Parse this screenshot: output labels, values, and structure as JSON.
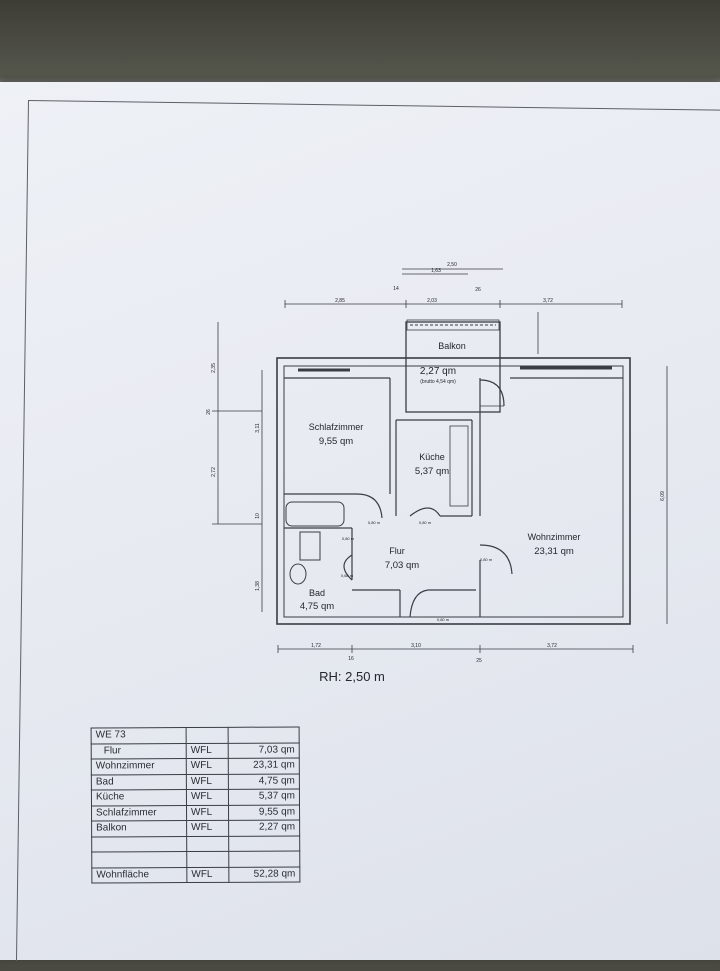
{
  "plan": {
    "height_label": "RH: 2,50 m",
    "rooms": {
      "balkon": {
        "name": "Balkon",
        "area": "2,27 qm",
        "note": "(brutto 4,54 qm)"
      },
      "schlafzimmer": {
        "name": "Schlafzimmer",
        "area": "9,55 qm"
      },
      "kueche": {
        "name": "Küche",
        "area": "5,37 qm"
      },
      "wohnzimmer": {
        "name": "Wohnzimmer",
        "area": "23,31 qm"
      },
      "flur": {
        "name": "Flur",
        "area": "7,03 qm"
      },
      "bad": {
        "name": "Bad",
        "area": "4,75 qm"
      }
    },
    "top_dimensions": [
      "2,50",
      "1,63",
      "14",
      "26",
      "2,85",
      "2,03",
      "3,72"
    ],
    "bottom_dimensions": [
      "1,72",
      "16",
      "3,10",
      "25",
      "3,72"
    ],
    "left_dimensions": [
      "2,35",
      "26",
      "3,11",
      "2,72",
      "10",
      "1,38"
    ],
    "right_dimensions": [
      "6,09"
    ],
    "door_labels": [
      "0,80 m",
      "0,80 m",
      "0,80 m",
      "0,68 m",
      "0,80 m",
      "0,80 m"
    ]
  },
  "table": {
    "header": "WE 73",
    "rows": [
      {
        "room": "Flur",
        "type": "WFL",
        "area": "7,03 qm"
      },
      {
        "room": "Wohnzimmer",
        "type": "WFL",
        "area": "23,31 qm"
      },
      {
        "room": "Bad",
        "type": "WFL",
        "area": "4,75 qm"
      },
      {
        "room": "Küche",
        "type": "WFL",
        "area": "5,37 qm"
      },
      {
        "room": "Schlafzimmer",
        "type": "WFL",
        "area": "9,55 qm"
      },
      {
        "room": "Balkon",
        "type": "WFL",
        "area": "2,27 qm"
      }
    ],
    "total": {
      "room": "Wohnfläche",
      "type": "WFL",
      "area": "52,28 qm"
    }
  }
}
